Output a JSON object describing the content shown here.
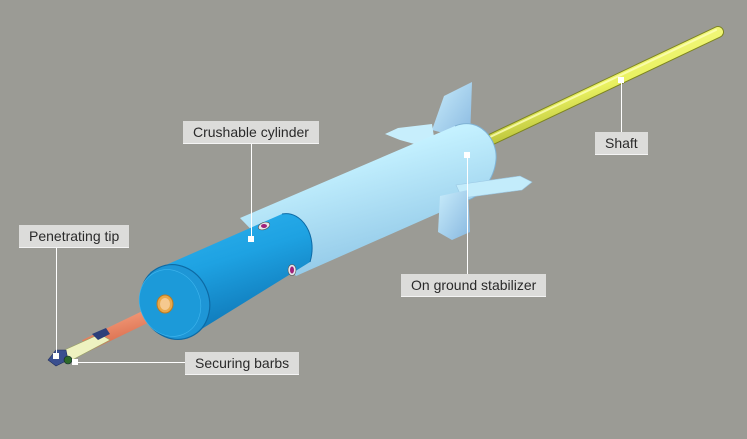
{
  "diagram": {
    "background_color": "#9b9b95",
    "components": [
      {
        "id": "shaft",
        "label": "Shaft",
        "color": "#eef56a"
      },
      {
        "id": "stabilizer",
        "label": "On ground stabilizer",
        "color": "#bfeafb"
      },
      {
        "id": "cylinder",
        "label": "Crushable cylinder",
        "color": "#1f9fe0"
      },
      {
        "id": "tip",
        "label": "Penetrating tip",
        "color": "#3a4f8f"
      },
      {
        "id": "barbs",
        "label": "Securing barbs",
        "color": "#eef2c0"
      }
    ],
    "rod_color": "#f0906c",
    "ring_color": "#e8a84a"
  },
  "labels": {
    "crushable_cylinder": "Crushable cylinder",
    "penetrating_tip": "Penetrating tip",
    "securing_barbs": "Securing barbs",
    "on_ground_stabilizer": "On ground stabilizer",
    "shaft": "Shaft"
  }
}
